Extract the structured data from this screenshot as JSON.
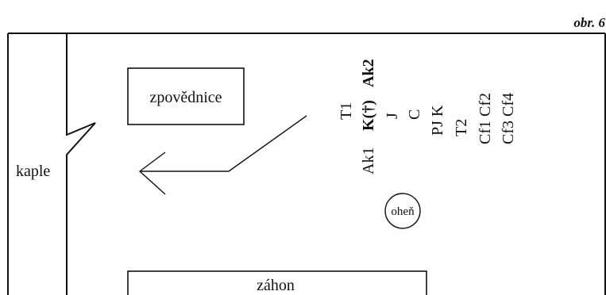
{
  "figure_label": "obr. 6",
  "rooms": {
    "chapel": "kaple",
    "confessional": "zpovědnice",
    "flowerbed": "záhon",
    "fire": "oheň"
  },
  "positions": {
    "col1": {
      "top": "Ak2",
      "mid": "K(†)",
      "bottom": "Ak1"
    },
    "col1b": "T1",
    "col2": "J",
    "col3": "C",
    "col4": "PJ  K",
    "col5": "T2",
    "col6": "Cf1  Cf2",
    "col7": "Cf3  Cf4"
  }
}
